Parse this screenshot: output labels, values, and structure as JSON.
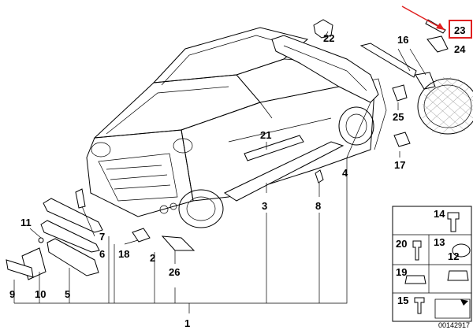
{
  "diagram_id": "00142917",
  "highlight_color": "#e02020",
  "parts": [
    {
      "n": "1"
    },
    {
      "n": "2"
    },
    {
      "n": "3"
    },
    {
      "n": "4"
    },
    {
      "n": "5"
    },
    {
      "n": "6"
    },
    {
      "n": "7"
    },
    {
      "n": "8"
    },
    {
      "n": "9"
    },
    {
      "n": "10"
    },
    {
      "n": "11"
    },
    {
      "n": "12"
    },
    {
      "n": "13"
    },
    {
      "n": "14"
    },
    {
      "n": "15"
    },
    {
      "n": "16"
    },
    {
      "n": "17"
    },
    {
      "n": "18"
    },
    {
      "n": "19"
    },
    {
      "n": "20"
    },
    {
      "n": "21"
    },
    {
      "n": "22"
    },
    {
      "n": "23"
    },
    {
      "n": "24"
    },
    {
      "n": "25"
    },
    {
      "n": "26"
    }
  ],
  "highlighted_part": "23"
}
